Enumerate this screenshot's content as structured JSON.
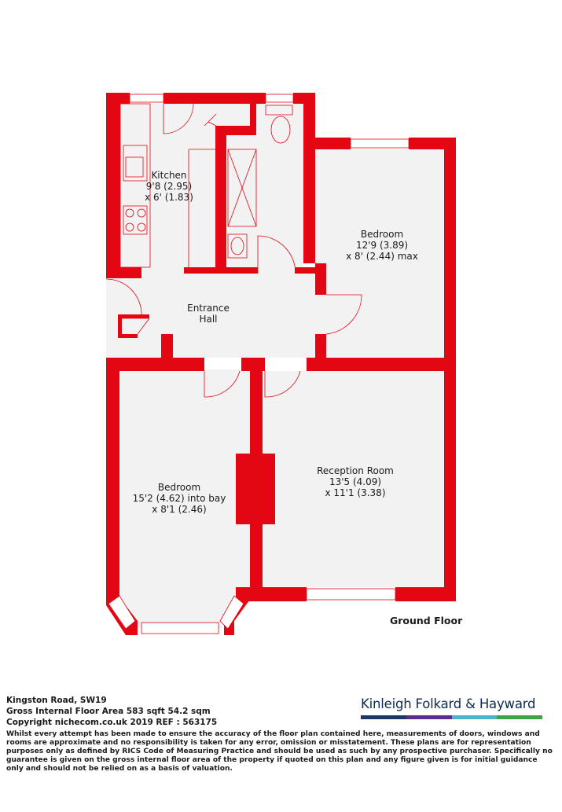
{
  "rooms": {
    "kitchen": {
      "name": "Kitchen",
      "dim1": "9'8 (2.95)",
      "dim2": "x 6' (1.83)"
    },
    "bedroom_rear": {
      "name": "Bedroom",
      "dim1": "12'9 (3.89)",
      "dim2": "x 8' (2.44) max"
    },
    "entrance": {
      "line1": "Entrance",
      "line2": "Hall"
    },
    "bedroom_front": {
      "name": "Bedroom",
      "dim1": "15'2 (4.62) into bay",
      "dim2": "x 8'1 (2.46)"
    },
    "reception": {
      "name": "Reception Room",
      "dim1": "13'5 (4.09)",
      "dim2": "x 11'1 (3.38)"
    }
  },
  "floor_label": "Ground Floor",
  "footer": {
    "address": "Kingston Road, SW19",
    "area": "Gross Internal Floor Area 583 sqft 54.2 sqm",
    "copyright": "Copyright nichecom.co.uk 2019 REF : 563175",
    "disclaimer": "Whilst every attempt has been made to ensure the accuracy of the floor plan contained here, measurements of doors, windows and rooms are approximate and no responsibility is taken for any error, omission or misstatement.  These plans are for representation purposes only as defined by RICS Code of Measuring Practice and should be used as such by any prospective purchaser.  Specifically no guarantee is given on the gross internal floor area of the property if quoted on this plan and any figure given is for initial guidance only and should not be relied on as a basis of valuation."
  },
  "brand": {
    "name": "Kinleigh Folkard & Hayward",
    "bar_colors": [
      "#1b3a63",
      "#5b2d8f",
      "#47b6c6",
      "#3da34a"
    ]
  },
  "colors": {
    "wall": "#e30613",
    "floor": "#f2f2f2",
    "door_line": "#e30613"
  }
}
